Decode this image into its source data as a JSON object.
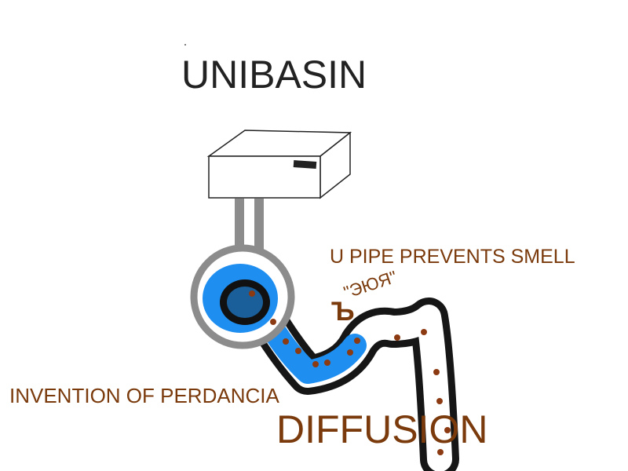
{
  "title": "UNIBASIN",
  "labels": {
    "u_pipe": "U PIPE PREVENTS SMELL",
    "invention": "INVENTION OF PERDANCIA",
    "diffusion": "DIFFUSION",
    "glyph_small": "\"ЭЮЯ\"",
    "glyph_large": "Ъ"
  },
  "colors": {
    "label_brown": "#7a3a0c",
    "water_blue": "#1e8ef0",
    "drain_blue": "#1a5f9a",
    "pipe_black": "#161616",
    "basin_ring_gray": "#8c8c8c",
    "dot_brown": "#8b3a12"
  }
}
